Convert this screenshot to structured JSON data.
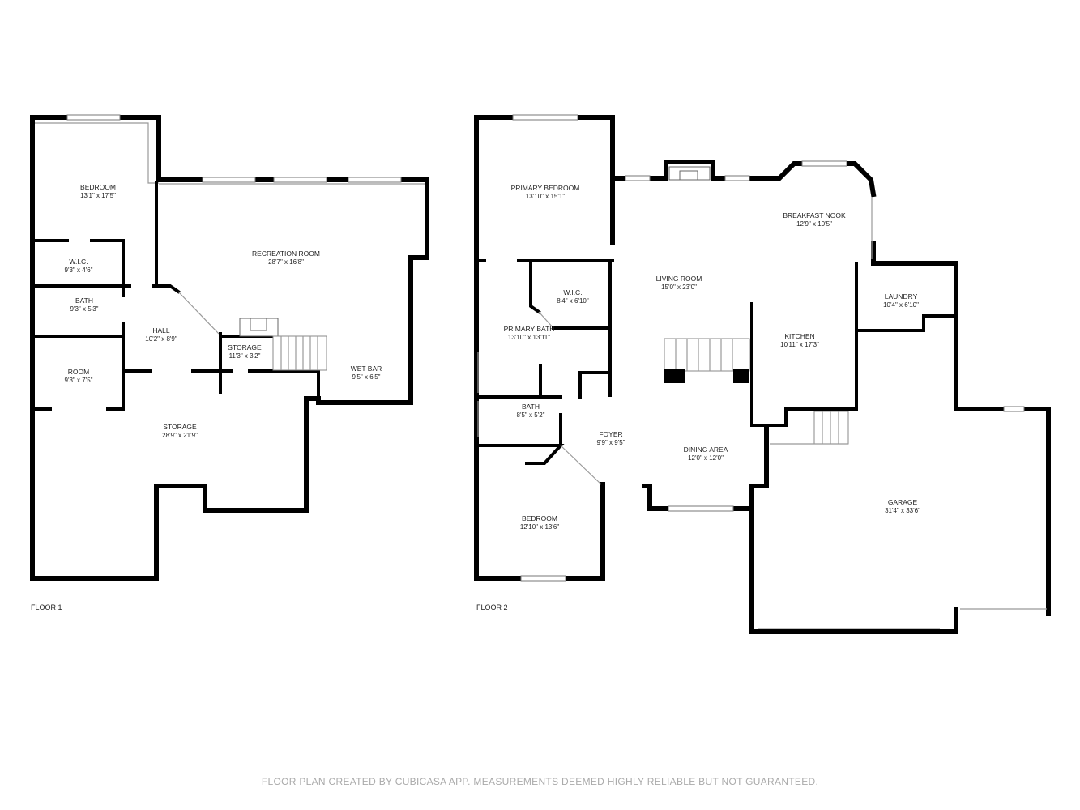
{
  "floor1": {
    "label": "FLOOR 1",
    "rooms": [
      {
        "name": "BEDROOM",
        "dims": "13'1\" x 17'5\""
      },
      {
        "name": "RECREATION ROOM",
        "dims": "28'7\" x 16'8\""
      },
      {
        "name": "W.I.C.",
        "dims": "9'3\" x 4'6\""
      },
      {
        "name": "BATH",
        "dims": "9'3\" x 5'3\""
      },
      {
        "name": "HALL",
        "dims": "10'2\" x 8'9\""
      },
      {
        "name": "STORAGE",
        "dims": "11'3\" x 3'2\""
      },
      {
        "name": "ROOM",
        "dims": "9'3\" x 7'5\""
      },
      {
        "name": "WET BAR",
        "dims": "9'5\" x 6'5\""
      },
      {
        "name": "STORAGE",
        "dims": "28'9\" x 21'9\""
      }
    ]
  },
  "floor2": {
    "label": "FLOOR 2",
    "rooms": [
      {
        "name": "PRIMARY BEDROOM",
        "dims": "13'10\" x 15'1\""
      },
      {
        "name": "BREAKFAST NOOK",
        "dims": "12'9\" x 10'5\""
      },
      {
        "name": "LIVING ROOM",
        "dims": "15'0\" x 23'0\""
      },
      {
        "name": "W.I.C.",
        "dims": "8'4\" x 6'10\""
      },
      {
        "name": "LAUNDRY",
        "dims": "10'4\" x 6'10\""
      },
      {
        "name": "PRIMARY BATH",
        "dims": "13'10\" x 13'11\""
      },
      {
        "name": "KITCHEN",
        "dims": "10'11\" x 17'3\""
      },
      {
        "name": "BATH",
        "dims": "8'5\" x 5'2\""
      },
      {
        "name": "FOYER",
        "dims": "9'9\" x 9'5\""
      },
      {
        "name": "DINING AREA",
        "dims": "12'0\" x 12'0\""
      },
      {
        "name": "BEDROOM",
        "dims": "12'10\" x 13'6\""
      },
      {
        "name": "GARAGE",
        "dims": "31'4\" x 33'6\""
      }
    ]
  },
  "footer": "FLOOR PLAN CREATED BY CUBICASA APP. MEASUREMENTS DEEMED HIGHLY RELIABLE BUT NOT GUARANTEED."
}
